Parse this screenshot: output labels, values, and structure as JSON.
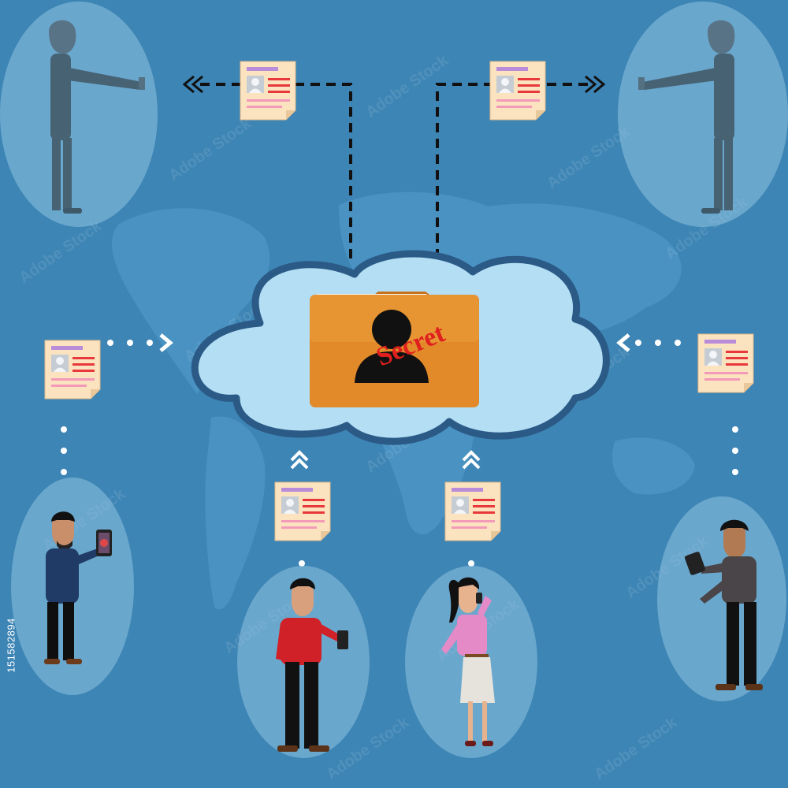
{
  "folder": {
    "stamp_text": "Secret",
    "stamp_color": "#e0201e",
    "folder_color": "#e28a2a"
  },
  "stock_id": "151582894",
  "colors": {
    "background": "#3d85b5",
    "cloud_fill": "#b3def4",
    "cloud_stroke": "#2b5a86",
    "bubble_fill": "#8fc2e0",
    "document_fill": "#fbe3c0",
    "connector": "#111111",
    "dotted_connector": "#ffffff"
  },
  "people": [
    {
      "id": "person-top-left",
      "role": "man with tablet, faded"
    },
    {
      "id": "person-top-right",
      "role": "man with tablet, faded"
    },
    {
      "id": "person-mid-left",
      "role": "man in navy shirt with phone"
    },
    {
      "id": "person-bottom-center-left",
      "role": "man in red shirt with phone"
    },
    {
      "id": "person-bottom-center-right",
      "role": "woman in pink on phone call"
    },
    {
      "id": "person-mid-right",
      "role": "man in grey shirt with phone"
    }
  ]
}
